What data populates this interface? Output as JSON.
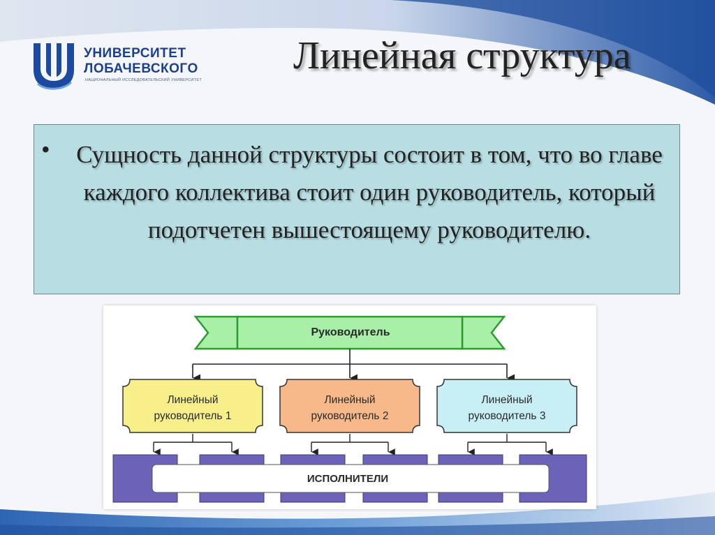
{
  "header": {
    "logo": {
      "line1": "УНИВЕРСИТЕТ",
      "line2": "ЛОБАЧЕВСКОГО",
      "line3": "НАЦИОНАЛЬНЫЙ ИССЛЕДОВАТЕЛЬСКИЙ УНИВЕРСИТЕТ",
      "icon": "university-u-emblem"
    },
    "title": "Линейная структура"
  },
  "content": {
    "bullet": "•",
    "text": "Сущность данной структуры состоит в том, что во главе каждого коллектива стоит один руководитель, который подотчетен вышестоящему руководителю."
  },
  "diagram": {
    "head": "Руководитель",
    "managers": [
      {
        "line1": "Линейный",
        "line2": "руководитель 1",
        "color": "#f6ef8a"
      },
      {
        "line1": "Линейный",
        "line2": "руководитель 2",
        "color": "#f7b98a"
      },
      {
        "line1": "Линейный",
        "line2": "руководитель 3",
        "color": "#c8eef6"
      }
    ],
    "executors": "ИСПОЛНИТЕЛИ",
    "colors": {
      "banner": "#a8f0a8",
      "banner_stroke": "#2f9a2f",
      "executor_block": "#6b63b8",
      "executor_stroke": "#3c3680"
    }
  }
}
